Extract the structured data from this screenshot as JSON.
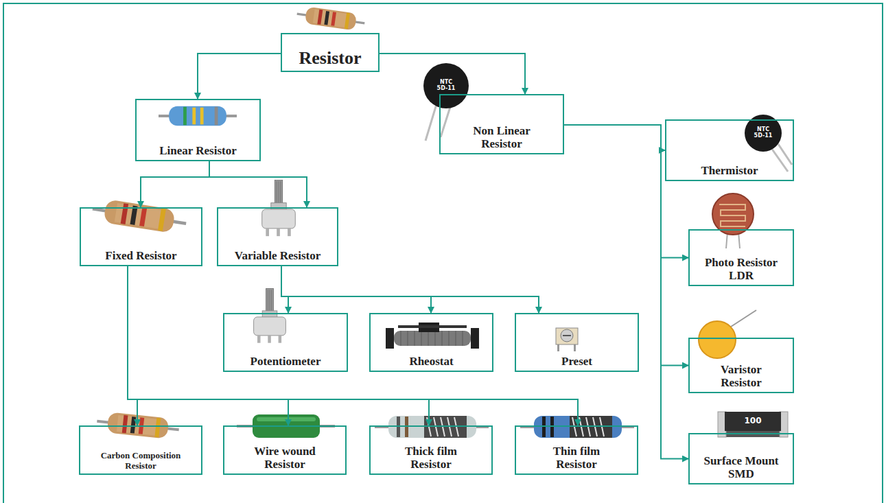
{
  "diagram": {
    "nodes": [
      {
        "text": [
          "Resistor"
        ]
      },
      {
        "text": [
          "Linear Resistor"
        ]
      },
      {
        "text": [
          "Non Linear Resistor"
        ]
      },
      {
        "text": [
          "Fixed Resistor"
        ]
      },
      {
        "text": [
          "Variable Resistor"
        ]
      },
      {
        "text": [
          "Thermistor"
        ]
      },
      {
        "text": [
          "Photo Resistor LDR"
        ]
      },
      {
        "text": [
          "Potentiometer"
        ]
      },
      {
        "text": [
          "Rheostat"
        ]
      },
      {
        "text": [
          "Preset"
        ]
      },
      {
        "text": [
          "Varistor Resistor"
        ]
      },
      {
        "text": [
          "Carbon Composition Resistor"
        ]
      },
      {
        "text": [
          "Wire wound Resistor"
        ]
      },
      {
        "text": [
          "Thick film Resistor"
        ]
      },
      {
        "text": [
          "Thin film Resistor"
        ]
      },
      {
        "text": [
          "Surface Mount SMD"
        ]
      }
    ],
    "edges": [
      {
        "from": 0,
        "to": 1,
        "arrow": "to"
      },
      {
        "from": 0,
        "to": 2,
        "arrow": "to"
      },
      {
        "from": 1,
        "to": 3,
        "arrow": "to"
      },
      {
        "from": 1,
        "to": 4,
        "arrow": "to"
      },
      {
        "from": 4,
        "to": 7,
        "arrow": "to"
      },
      {
        "from": 4,
        "to": 8,
        "arrow": "to"
      },
      {
        "from": 4,
        "to": 9,
        "arrow": "to"
      },
      {
        "from": 3,
        "to": 11,
        "arrow": "to"
      },
      {
        "from": 3,
        "to": 12,
        "arrow": "to"
      },
      {
        "from": 3,
        "to": 13,
        "arrow": "to"
      },
      {
        "from": 3,
        "to": 14,
        "arrow": "to"
      },
      {
        "from": 2,
        "to": 5,
        "arrow": "to"
      },
      {
        "from": 2,
        "to": 6,
        "arrow": "to"
      },
      {
        "from": 2,
        "to": 10,
        "arrow": "to"
      },
      {
        "from": 2,
        "to": 15,
        "arrow": "to"
      }
    ],
    "labels": [
      "NTC 5D-11",
      "NTC 5D-11",
      "100"
    ]
  }
}
